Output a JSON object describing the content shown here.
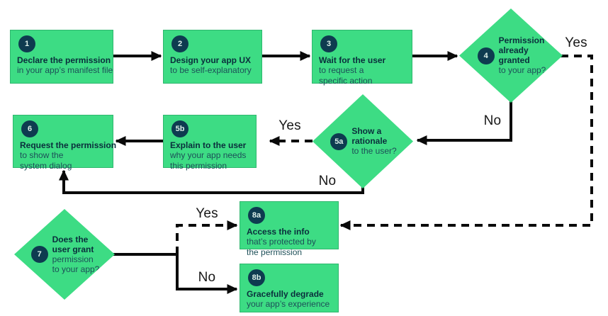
{
  "colors": {
    "green": "#3ddc84",
    "badge": "#0e3b50",
    "ink": "#0a2e3c",
    "ink2": "#1d4f58",
    "wire": "#0a0a0a"
  },
  "nodes": {
    "n1": {
      "num": "1",
      "bold": [
        "Declare the permission"
      ],
      "text": [
        "in your app’s manifest file"
      ]
    },
    "n2": {
      "num": "2",
      "bold": [
        "Design your app UX"
      ],
      "text": [
        "to be self-explanatory"
      ]
    },
    "n3": {
      "num": "3",
      "bold": [
        "Wait for the user"
      ],
      "text": [
        "to request a",
        "specific action"
      ]
    },
    "n4": {
      "num": "4",
      "bold": [
        "Permission",
        "already",
        "granted"
      ],
      "text": [
        "to your app?"
      ]
    },
    "n5a": {
      "num": "5a",
      "bold": [
        "Show a",
        "rationale"
      ],
      "text": [
        "to the user?"
      ]
    },
    "n5b": {
      "num": "5b",
      "bold": [
        "Explain to the user"
      ],
      "text": [
        "why your app needs",
        "this permission"
      ]
    },
    "n6": {
      "num": "6",
      "bold": [
        "Request the permission"
      ],
      "text": [
        "to show the",
        "system dialog"
      ]
    },
    "n7": {
      "num": "7",
      "bold": [
        "Does the",
        "user grant"
      ],
      "text": [
        "permission",
        "to your app?"
      ]
    },
    "n8a": {
      "num": "8a",
      "bold": [
        "Access the info"
      ],
      "text": [
        "that’s protected by",
        "the permission"
      ]
    },
    "n8b": {
      "num": "8b",
      "bold": [
        "Gracefully degrade"
      ],
      "text": [
        "your app’s experience"
      ]
    }
  },
  "labels": {
    "d4_yes": "Yes",
    "d4_no": "No",
    "d5a_yes": "Yes",
    "d5a_no": "No",
    "d7_yes": "Yes",
    "d7_no": "No"
  }
}
